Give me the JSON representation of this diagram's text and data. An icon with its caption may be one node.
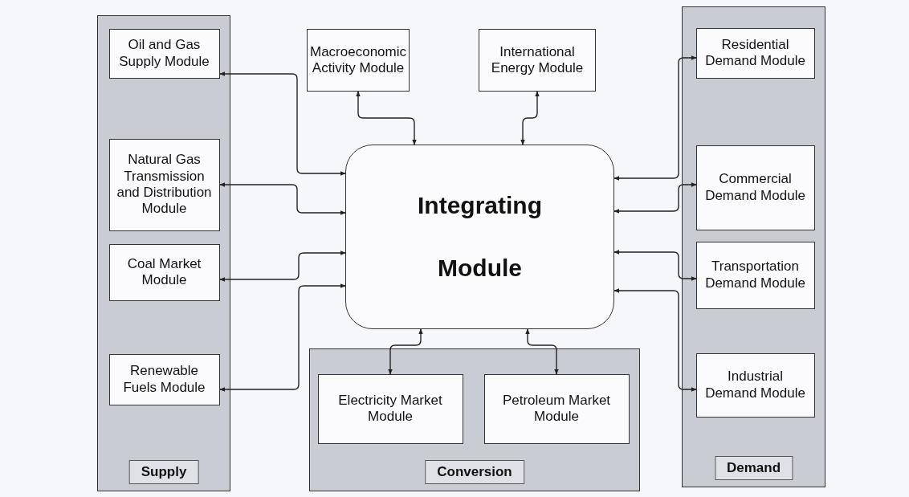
{
  "diagram": {
    "nodes": [
      {
        "text": [
          "Supply"
        ]
      },
      {
        "text": [
          "Oil and Gas Supply Module"
        ],
        "in": 0
      },
      {
        "text": [
          "Natural Gas Transmission and Distribution Module"
        ],
        "in": 0
      },
      {
        "text": [
          "Coal Market Module"
        ],
        "in": 0
      },
      {
        "text": [
          "Renewable Fuels Module"
        ],
        "in": 0
      },
      {
        "text": [
          "Macroeconomic Activity Module"
        ]
      },
      {
        "text": [
          "International Energy Module"
        ]
      },
      {
        "text": [
          "Integrating Module"
        ]
      },
      {
        "text": [
          "Conversion"
        ]
      },
      {
        "text": [
          "Electricity Market Module"
        ],
        "in": 8
      },
      {
        "text": [
          "Petroleum Market Module"
        ],
        "in": 8
      },
      {
        "text": [
          "Demand"
        ]
      },
      {
        "text": [
          "Residential Demand Module"
        ],
        "in": 11
      },
      {
        "text": [
          "Commercial Demand Module"
        ],
        "in": 11
      },
      {
        "text": [
          "Transportation Demand Module"
        ],
        "in": 11
      },
      {
        "text": [
          "Industrial Demand Module"
        ],
        "in": 11
      }
    ],
    "edges": [
      {
        "from": 1,
        "to": 7,
        "arrow": "both"
      },
      {
        "from": 2,
        "to": 7,
        "arrow": "both"
      },
      {
        "from": 3,
        "to": 7,
        "arrow": "both"
      },
      {
        "from": 4,
        "to": 7,
        "arrow": "both"
      },
      {
        "from": 5,
        "to": 7,
        "arrow": "both"
      },
      {
        "from": 6,
        "to": 7,
        "arrow": "both"
      },
      {
        "from": 9,
        "to": 7,
        "arrow": "both"
      },
      {
        "from": 10,
        "to": 7,
        "arrow": "both"
      },
      {
        "from": 12,
        "to": 7,
        "arrow": "both"
      },
      {
        "from": 13,
        "to": 7,
        "arrow": "both"
      },
      {
        "from": 14,
        "to": 7,
        "arrow": "both"
      },
      {
        "from": 15,
        "to": 7,
        "arrow": "both"
      }
    ]
  }
}
